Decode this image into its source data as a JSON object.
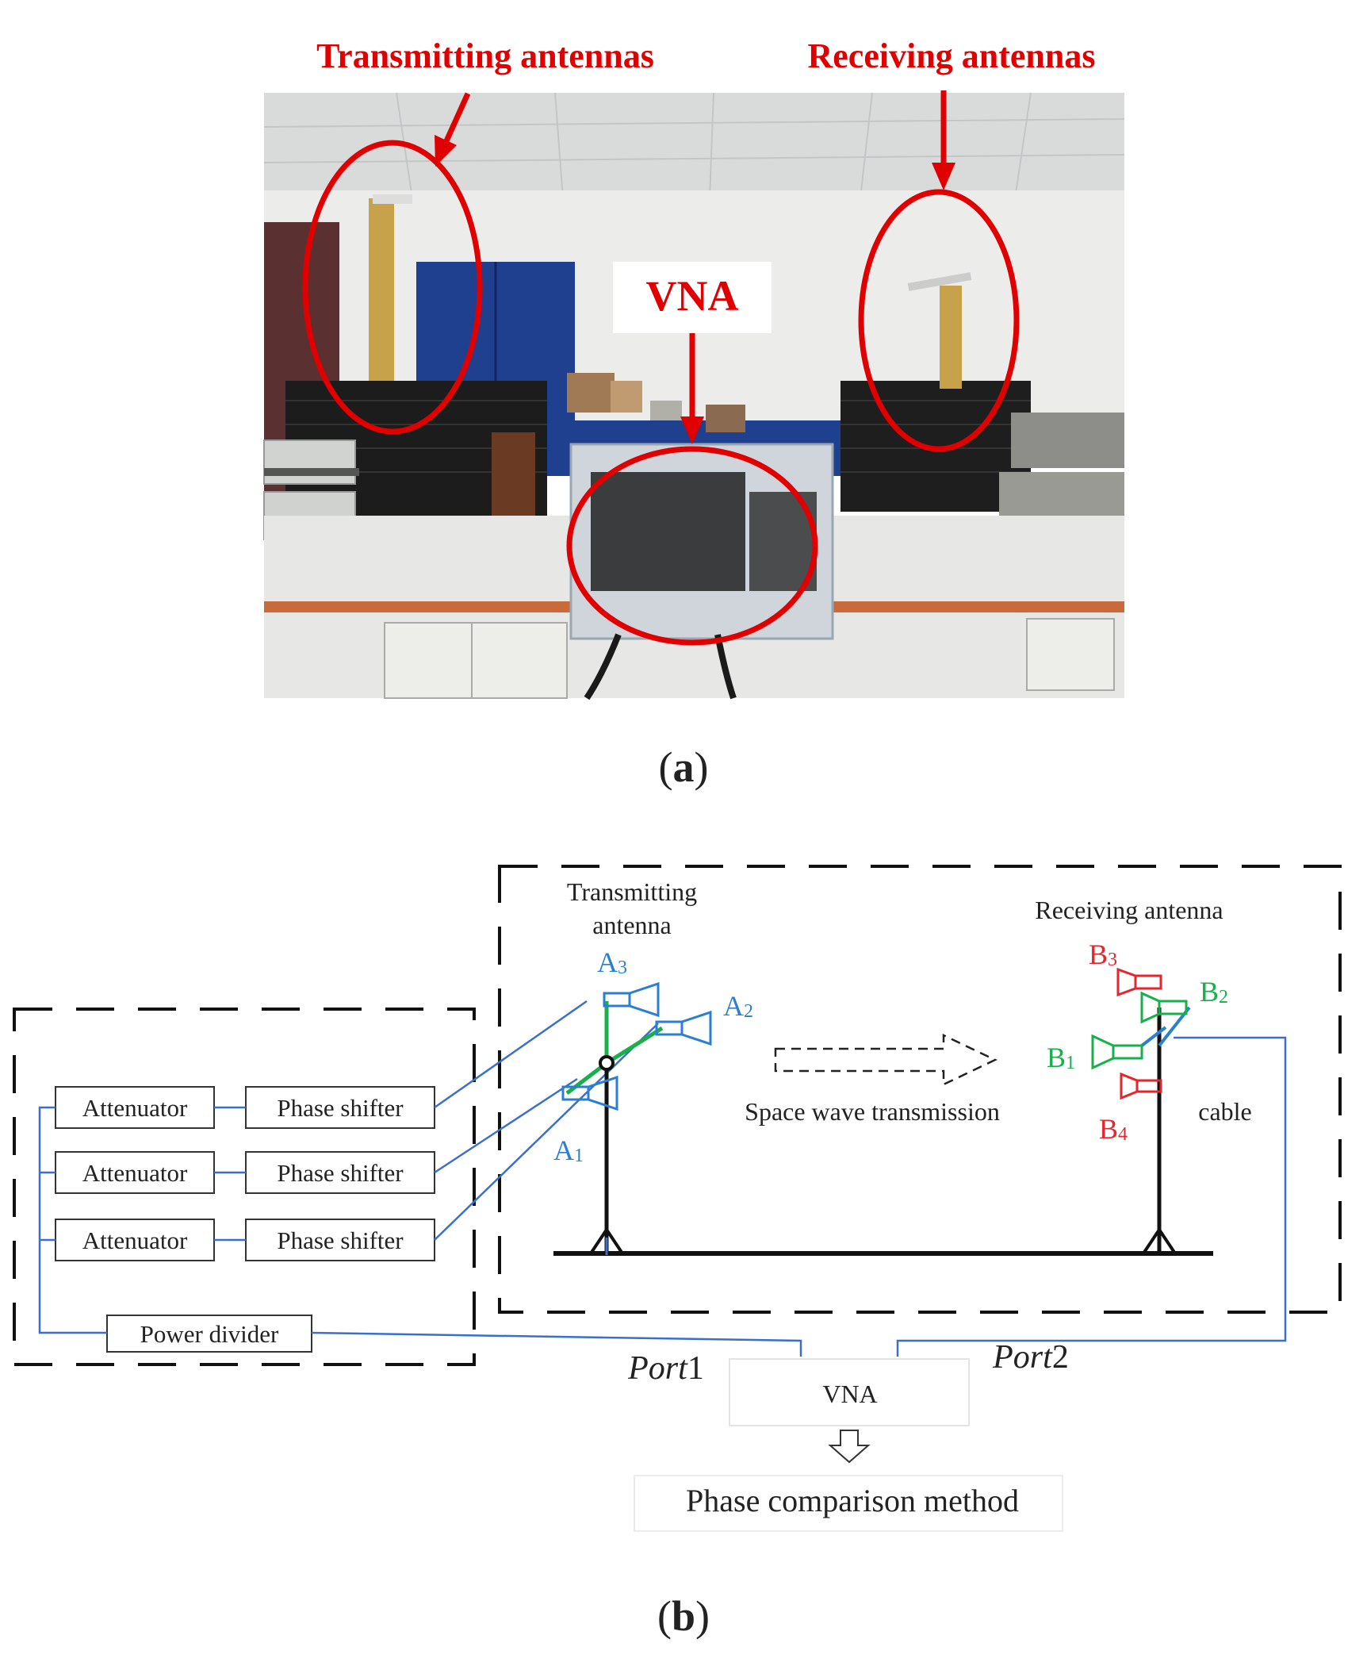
{
  "panel_a": {
    "caption": "(a)",
    "labels": {
      "transmitting": "Transmitting antennas",
      "receiving": "Receiving antennas",
      "vna": "VNA"
    },
    "colors": {
      "annotation": "#e00000"
    }
  },
  "panel_b": {
    "caption": "(b)",
    "chain": [
      {
        "attenuator": "Attenuator",
        "phase_shifter": "Phase shifter"
      },
      {
        "attenuator": "Attenuator",
        "phase_shifter": "Phase shifter"
      },
      {
        "attenuator": "Attenuator",
        "phase_shifter": "Phase shifter"
      }
    ],
    "power_divider": "Power divider",
    "transmitting_antenna": [
      "Transmitting",
      "antenna"
    ],
    "receiving_antenna": "Receiving antenna",
    "tx_elements": [
      {
        "letter": "A",
        "sub": "3"
      },
      {
        "letter": "A",
        "sub": "2"
      },
      {
        "letter": "A",
        "sub": "1"
      }
    ],
    "rx_elements": [
      {
        "letter": "B",
        "sub": "3"
      },
      {
        "letter": "B",
        "sub": "2"
      },
      {
        "letter": "B",
        "sub": "1"
      },
      {
        "letter": "B",
        "sub": "4"
      }
    ],
    "space_wave": "Space wave transmission",
    "cable": "cable",
    "port1": {
      "name": "Port",
      "num": "1"
    },
    "port2": {
      "name": "Port",
      "num": "2"
    },
    "vna": "VNA",
    "method": "Phase comparison method",
    "colors": {
      "blue": "#2a7fd0",
      "green": "#18b04a",
      "red": "#e5262c",
      "line": "#3a6fcc"
    }
  }
}
